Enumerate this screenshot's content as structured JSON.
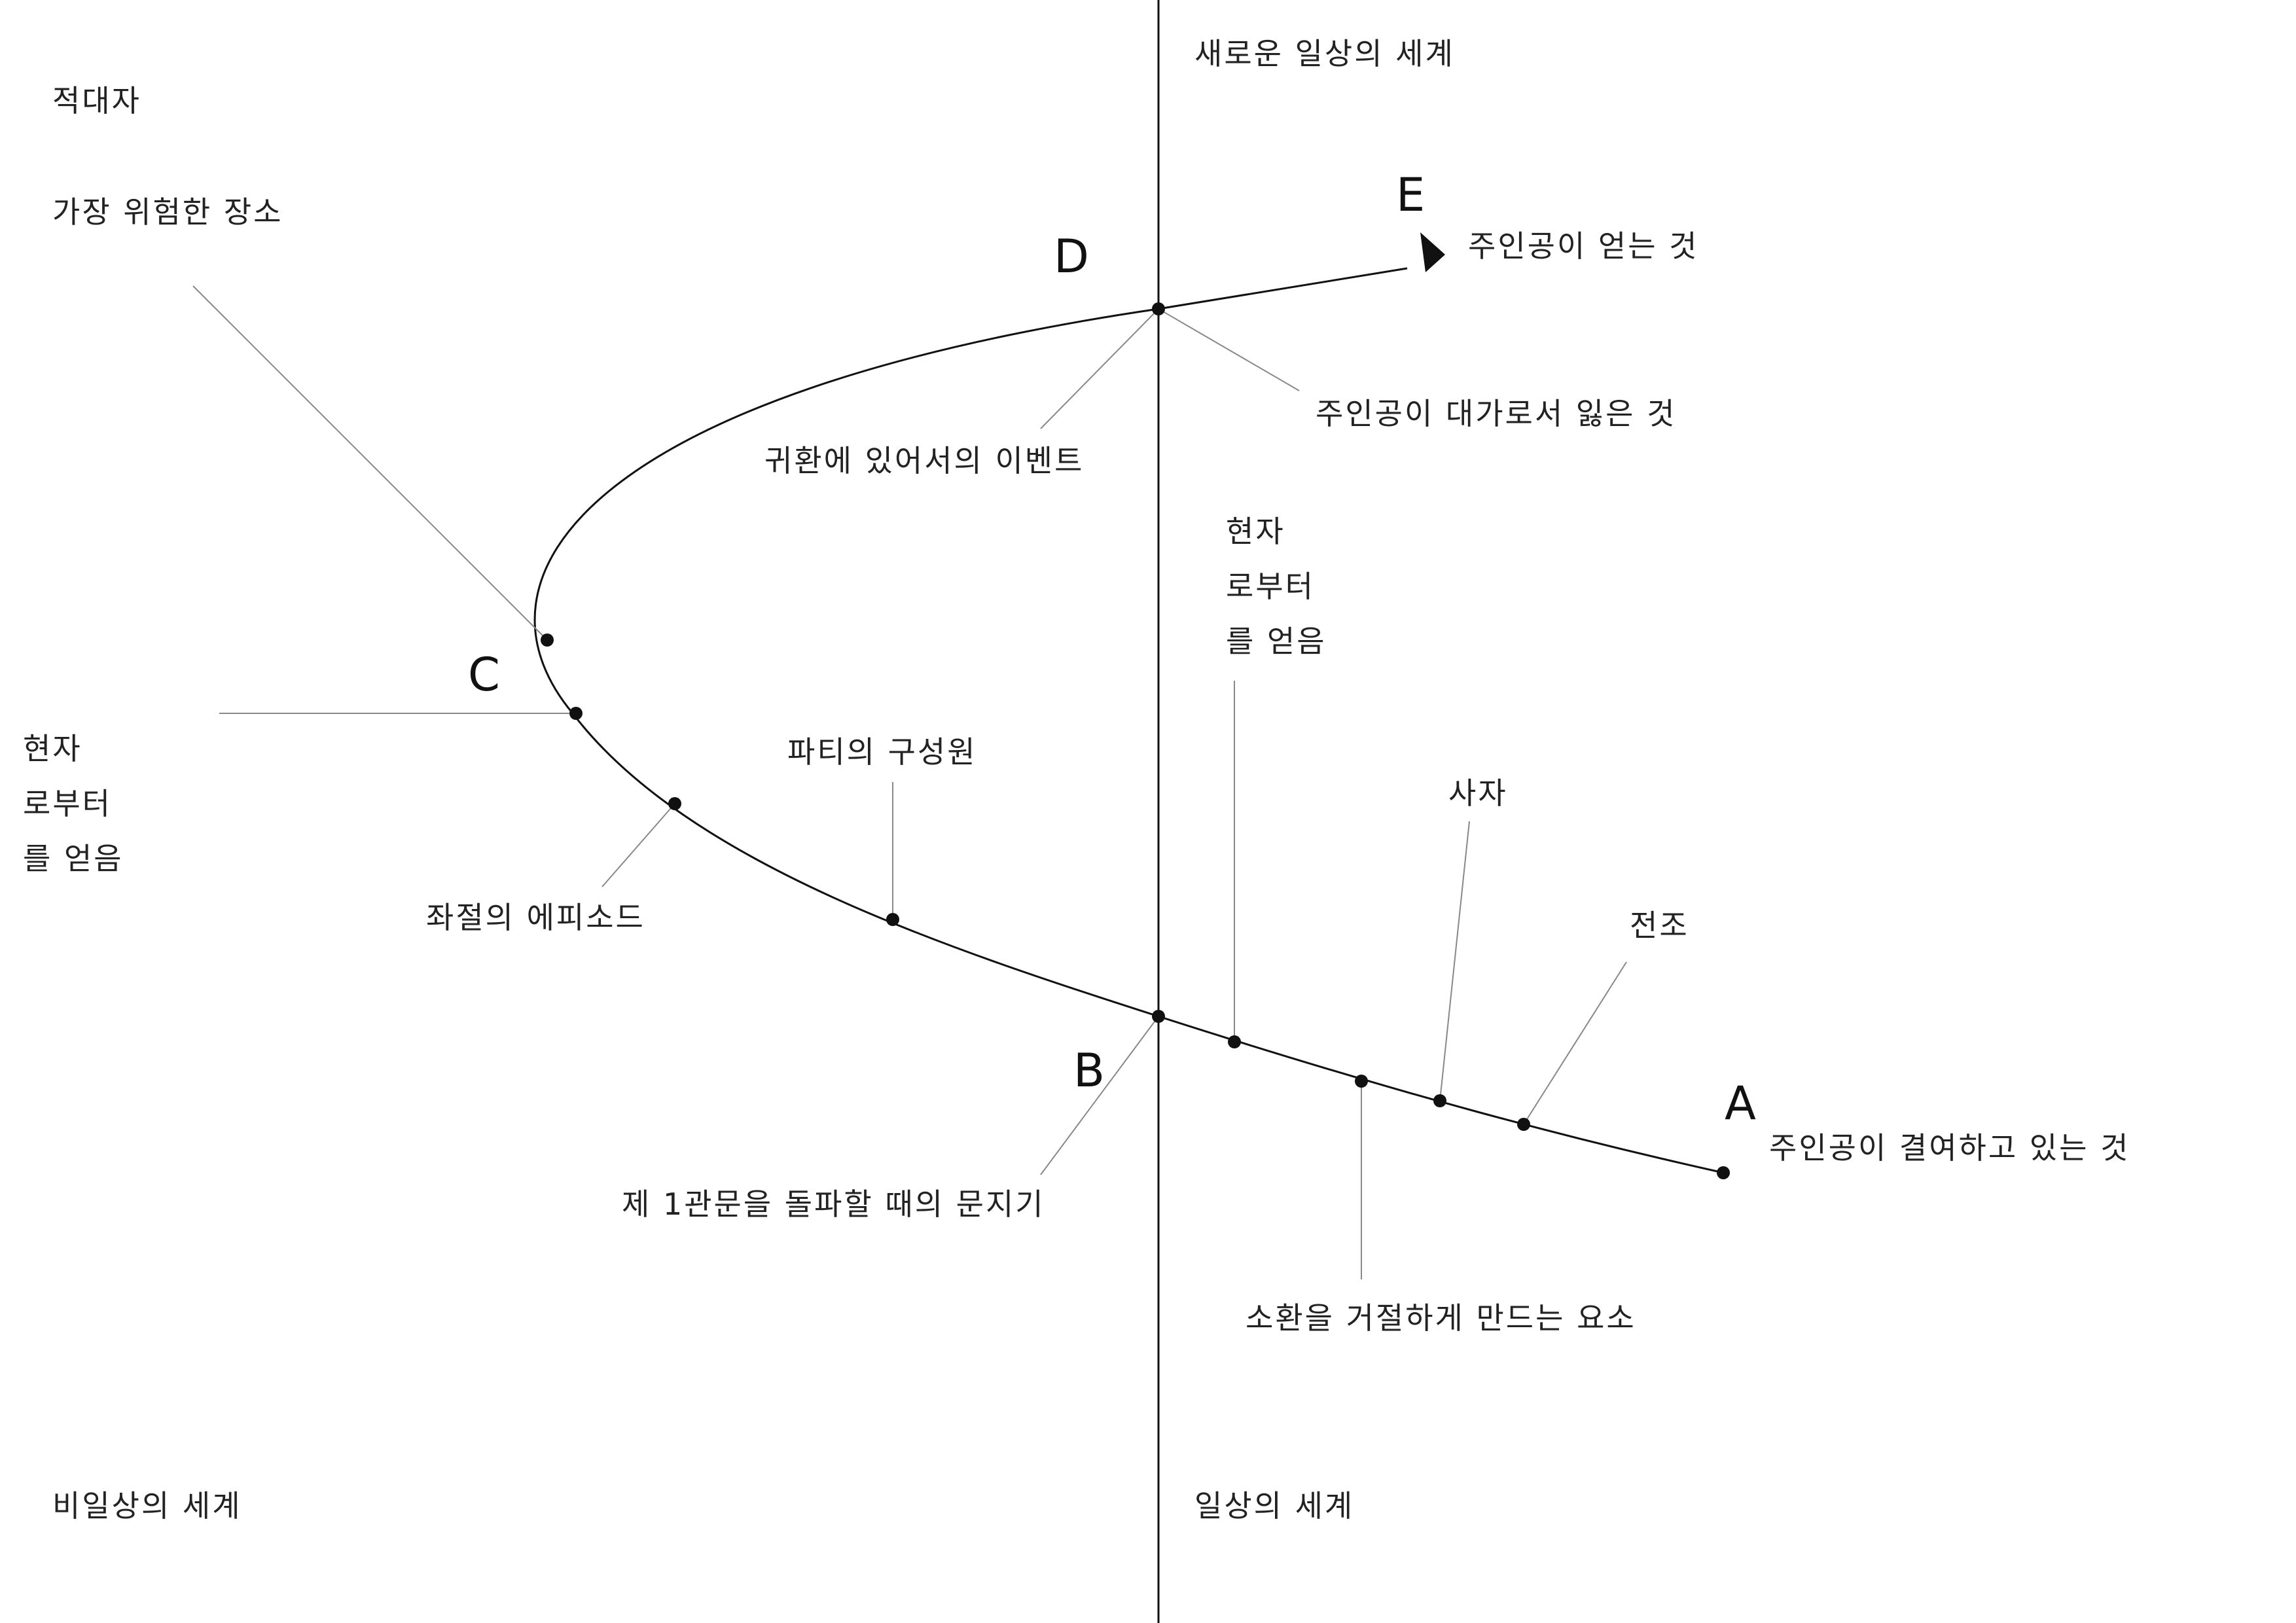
{
  "regions": {
    "new_ordinary_world": "새로운 일상의 세계",
    "ordinary_world": "일상의 세계",
    "special_world": "비일상의 세계"
  },
  "points": {
    "a": "A",
    "b": "B",
    "c": "C",
    "d": "D",
    "e": "E"
  },
  "labels": {
    "antagonist": "적대자",
    "most_dangerous_place": "가장 위험한 장소",
    "what_hero_gains": "주인공이 얻는 것",
    "return_event": "귀환에 있어서의 이벤트",
    "what_hero_loses": "주인공이 대가로서  잃은 것",
    "mentor_right": [
      "현자",
      "로부터",
      "를 얻음"
    ],
    "mentor_left": [
      "현자",
      "로부터",
      "를 얻음"
    ],
    "party_members": "파티의 구성원",
    "messenger": "사자",
    "foreshadowing": "전조",
    "setback_episode": "좌절의 에피소드",
    "what_hero_lacks": "주인공이 결여하고 있는 것",
    "threshold_guardian": "제 1관문을 돌파할 때의 문지기",
    "refusal_element": "소환을 거절하게 만드는 요소"
  },
  "colors": {
    "line": "#111111",
    "leader": "#888888",
    "text": "#222222",
    "background": "#ffffff"
  }
}
